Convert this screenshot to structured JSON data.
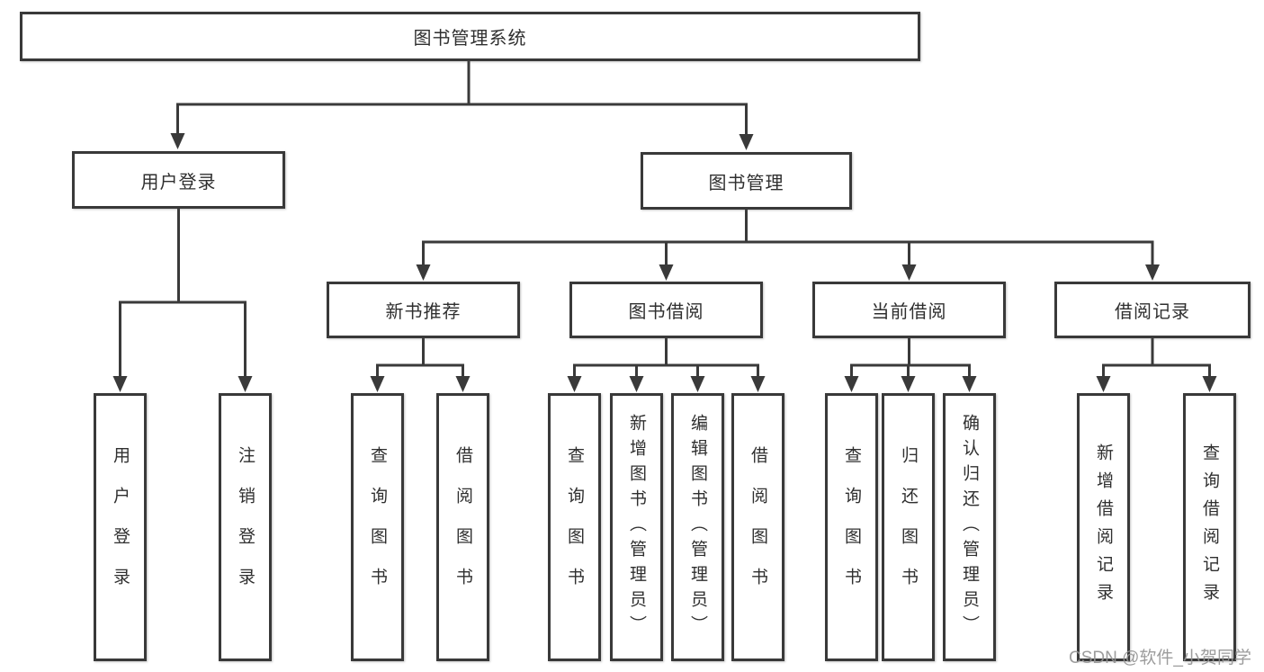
{
  "colors": {
    "line": "#3a3a3a",
    "border": "#393939",
    "box_bg": "#ffffff",
    "text": "#2f2f2f",
    "watermark_text": "#949494"
  },
  "tree": {
    "root": "图书管理系统",
    "children": [
      {
        "label": "用户登录",
        "children": [
          "用户登录",
          "注销登录"
        ]
      },
      {
        "label": "图书管理",
        "children": [
          {
            "label": "新书推荐",
            "children": [
              "查询图书",
              "借阅图书"
            ]
          },
          {
            "label": "图书借阅",
            "children": [
              "查询图书",
              "新增图书（管理员）",
              "编辑图书（管理员）",
              "借阅图书"
            ]
          },
          {
            "label": "当前借阅",
            "children": [
              "查询图书",
              "归还图书",
              "确认归还（管理员）"
            ]
          },
          {
            "label": "借阅记录",
            "children": [
              "新增借阅记录",
              "查询借阅记录"
            ]
          }
        ]
      }
    ]
  },
  "watermark": "CSDN @软件_小贺同学"
}
